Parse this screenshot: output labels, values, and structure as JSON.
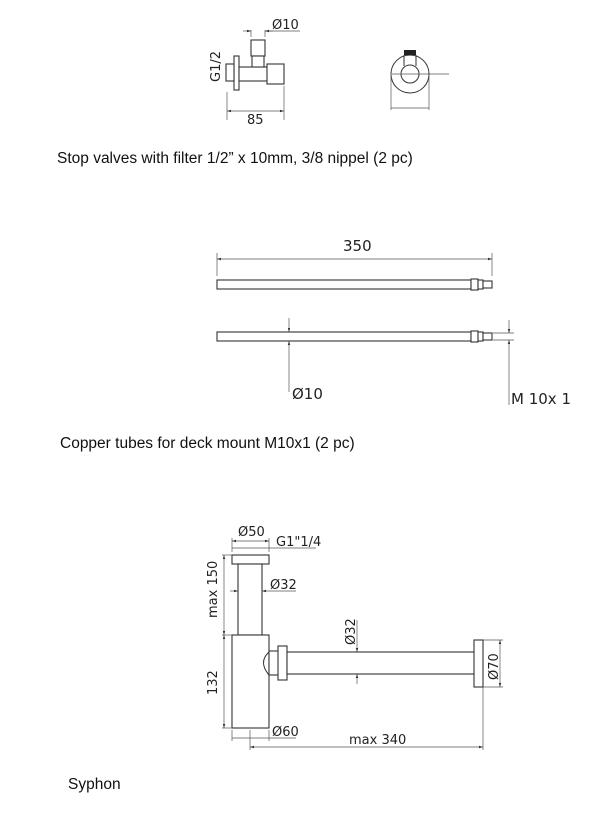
{
  "sections": [
    {
      "id": "stop-valves",
      "caption": "Stop valves with filter 1/2” x 10mm, 3/8 nippel (2 pc)",
      "dimensions": {
        "stem_diameter": "Ø10",
        "thread": "G1/2",
        "length": "85"
      }
    },
    {
      "id": "copper-tubes",
      "caption": "Copper tubes for deck mount M10x1 (2 pc)",
      "dimensions": {
        "length": "350",
        "diameter": "Ø10",
        "thread": "M 10x 1"
      }
    },
    {
      "id": "syphon",
      "caption": "Syphon",
      "dimensions": {
        "top_diameter": "Ø50",
        "top_thread": "G1\"1/4",
        "pipe_diameter": "Ø32",
        "height_top": "max 150",
        "height_bottom": "132",
        "horizontal_pipe_diameter": "Ø32",
        "wall_flange_diameter": "Ø70",
        "bottle_diameter": "Ø60",
        "length": "max 340"
      }
    }
  ]
}
